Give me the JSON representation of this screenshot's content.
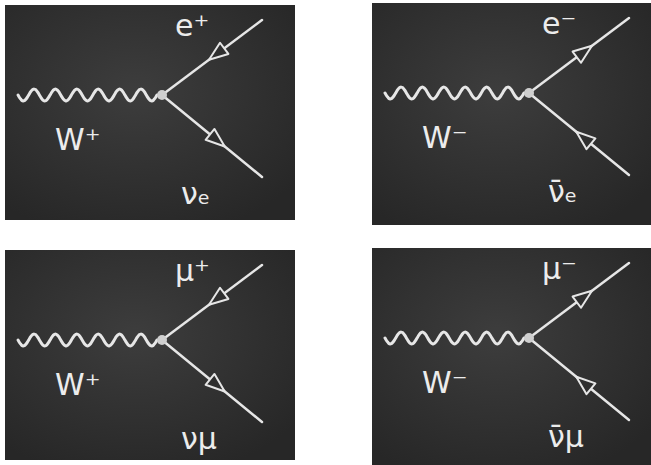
{
  "diagram": {
    "labels": [
      "e⁺",
      "W⁺",
      "νₑ",
      "e⁻",
      "W⁻",
      "ν̄ₑ",
      "μ⁺",
      "W⁺",
      "νμ",
      "μ⁻",
      "W⁻",
      "ν̄μ"
    ]
  }
}
